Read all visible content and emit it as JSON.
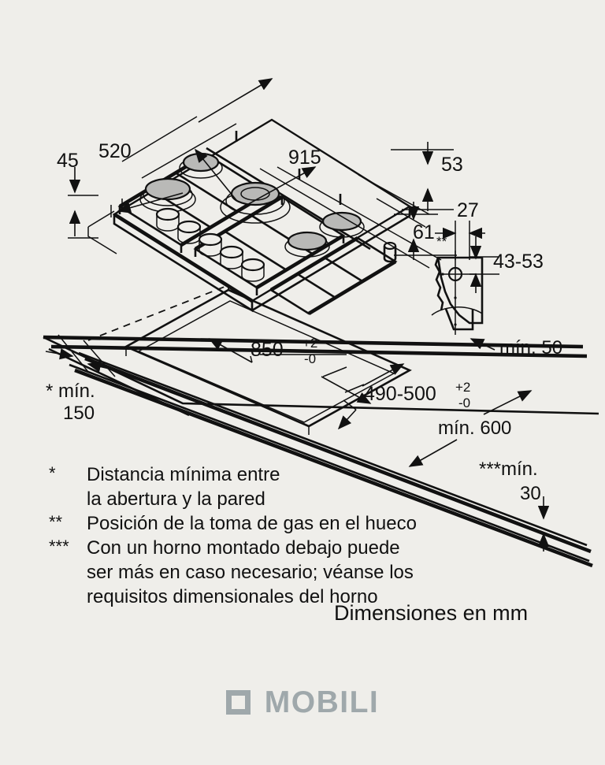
{
  "diagram": {
    "title_unit_note": "Dimensiones en mm",
    "product": "gas-hob-installation-drawing",
    "dimensions": {
      "hob_depth_520": "520",
      "hob_height_45": "45",
      "hob_width_915": "915",
      "hob_front_53": "53",
      "hob_body_61": "61",
      "gas_offset_27": "27",
      "gas_height_43_53": "43-53",
      "cutout_width_850": "850",
      "cutout_width_tol_plus": "+2",
      "cutout_width_tol_minus": "-0",
      "cutout_depth_490_500": "490-500",
      "cutout_depth_tol_plus": "+2",
      "cutout_depth_tol_minus": "-0",
      "wall_min_150": "* mín.",
      "wall_min_150_value": "150",
      "rear_min_50": "mín. 50",
      "worktop_min_600": "mín. 600",
      "below_min_30": "***mín.",
      "below_min_30_value": "30",
      "gas_marker": "**"
    },
    "footnotes": [
      {
        "mark": "*",
        "lines": [
          "Distancia mínima entre",
          "la abertura y la pared"
        ]
      },
      {
        "mark": "**",
        "lines": [
          "Posición de la toma de gas en el hueco"
        ]
      },
      {
        "mark": "***",
        "lines": [
          "Con un horno montado debajo puede",
          "ser más en caso necesario; véanse los",
          "requisitos dimensionales del horno"
        ]
      }
    ]
  },
  "brand": {
    "name": "MOBILI",
    "logo_icon": "square-outline-icon",
    "color": "#9FA8AB"
  },
  "colors": {
    "background": "#EFEEEA",
    "ink": "#111111",
    "burner_cap": "#B9B9B7",
    "brand_gray": "#9FA8AB"
  }
}
